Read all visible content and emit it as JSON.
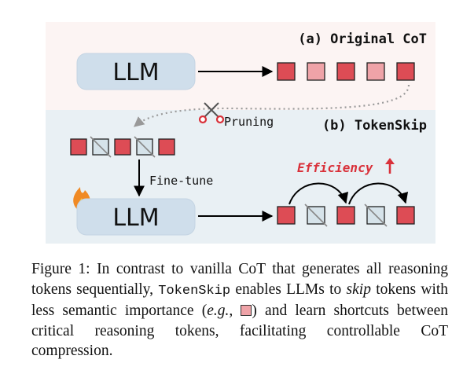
{
  "panel_a": {
    "title": "(a) Original CoT",
    "llm_label": "LLM",
    "tokens": [
      "important",
      "low",
      "important",
      "low",
      "important"
    ]
  },
  "panel_b": {
    "title": "(b) TokenSkip",
    "pruning_label": "Pruning",
    "finetune_label": "Fine-tune",
    "efficiency_label": "Efficiency",
    "llm_label": "LLM",
    "pruned_tokens": [
      "important",
      "skipped",
      "important",
      "skipped",
      "important"
    ],
    "output_tokens": [
      "important",
      "skipped",
      "important",
      "skipped",
      "important"
    ]
  },
  "caption": {
    "prefix": "Figure 1: In contrast to vanilla CoT that generates all reasoning tokens sequentially,",
    "method": "TokenSkip",
    "mid1": "enables LLMs to",
    "skip": "skip",
    "mid2": "tokens with less semantic importance (",
    "eg": "e.g.,",
    "suffix": ") and learn shortcuts between critical reasoning tokens, facilitating controllable CoT compression."
  },
  "colors": {
    "panel_a_bg": "#fcf4f3",
    "panel_b_bg": "#e9f0f4",
    "important": "#dd4c55",
    "low": "#efa3a8",
    "skipped": "#d6e3ea",
    "llm_box": "#cfdeeb",
    "efficiency": "#d9313a"
  }
}
